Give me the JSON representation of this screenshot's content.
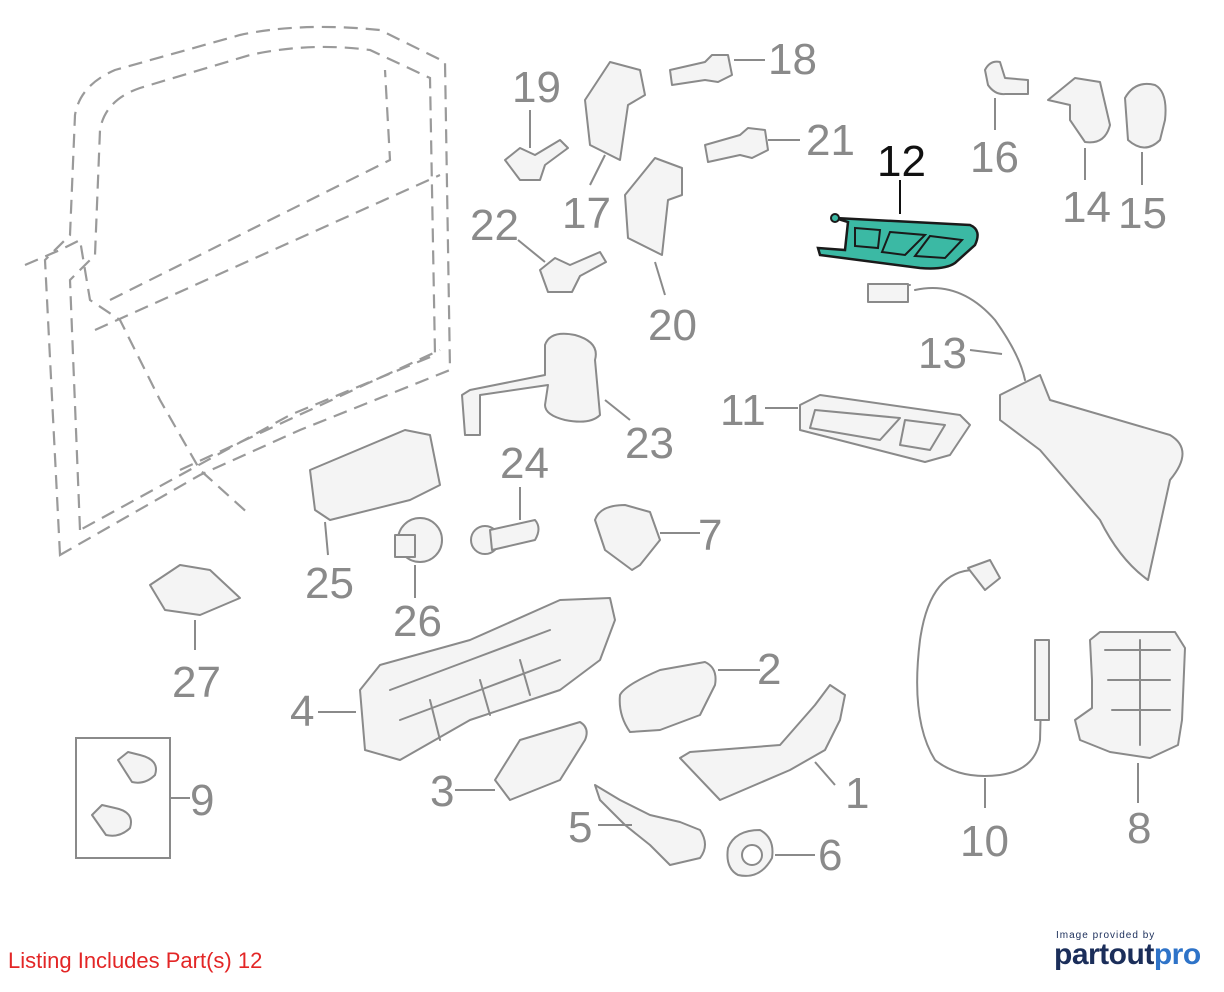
{
  "callouts": [
    {
      "number": "1"
    },
    {
      "number": "2"
    },
    {
      "number": "3"
    },
    {
      "number": "4"
    },
    {
      "number": "5"
    },
    {
      "number": "6"
    },
    {
      "number": "7"
    },
    {
      "number": "8"
    },
    {
      "number": "9"
    },
    {
      "number": "10"
    },
    {
      "number": "11"
    },
    {
      "number": "12"
    },
    {
      "number": "13"
    },
    {
      "number": "14"
    },
    {
      "number": "15"
    },
    {
      "number": "16"
    },
    {
      "number": "17"
    },
    {
      "number": "18"
    },
    {
      "number": "19"
    },
    {
      "number": "20"
    },
    {
      "number": "21"
    },
    {
      "number": "22"
    },
    {
      "number": "23"
    },
    {
      "number": "24"
    },
    {
      "number": "25"
    },
    {
      "number": "26"
    },
    {
      "number": "27"
    }
  ],
  "highlighted_part": "12",
  "highlight_color": "#3bb9a4",
  "listing": {
    "prefix": "Listing Includes Part(s)",
    "parts": "12",
    "color": "#e32626"
  },
  "credit": {
    "caption": "Image provided by",
    "brand_main": "partout",
    "brand_accent": "pro"
  }
}
